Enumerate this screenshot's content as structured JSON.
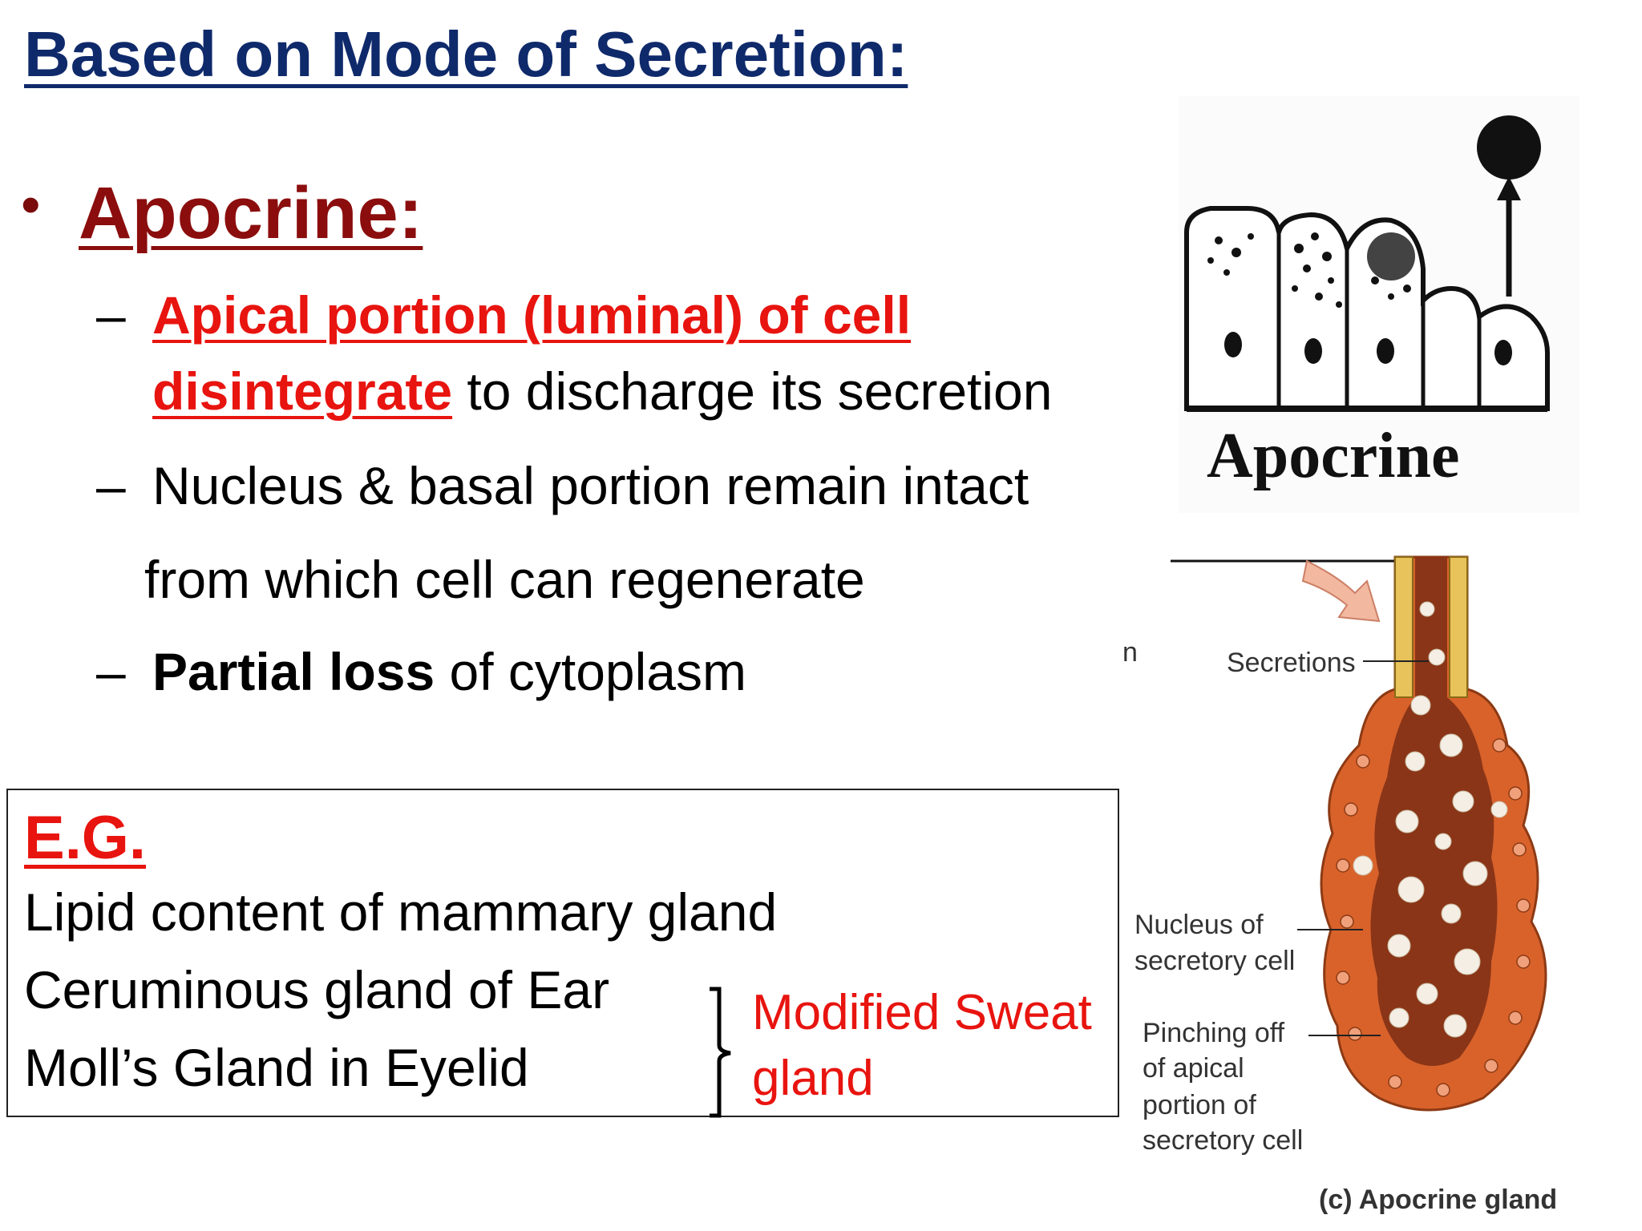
{
  "title": "Based on Mode of Secretion:",
  "heading": "Apocrine:",
  "points": {
    "p1_red_a": "Apical portion (luminal) of cell",
    "p1_red_b": "disintegrate",
    "p1_rest": " to discharge its secretion",
    "p2_a": "Nucleus & basal portion remain intact",
    "p2_b": "from which cell can regenerate",
    "p3_bold": "Partial loss",
    "p3_rest": " of cytoplasm"
  },
  "example": {
    "label": "E.G.",
    "items": [
      "Lipid content of mammary gland",
      "Ceruminous gland of Ear",
      "Moll’s Gland in Eyelid"
    ],
    "note_line1": "Modified Sweat",
    "note_line2": "gland"
  },
  "diagram1": {
    "label": "Apocrine"
  },
  "diagram2": {
    "secretions": "Secretions",
    "nucleus_1": "Nucleus of",
    "nucleus_2": "secretory cell",
    "pinch_1": "Pinching off",
    "pinch_2": "of apical",
    "pinch_3": "portion of",
    "pinch_4": "secretory cell",
    "caption": "(c) Apocrine gland",
    "partial": "n"
  },
  "colors": {
    "title": "#0f2a6b",
    "heading": "#8b0d0d",
    "accent_red": "#e8140f",
    "gland": "#d9622b"
  }
}
